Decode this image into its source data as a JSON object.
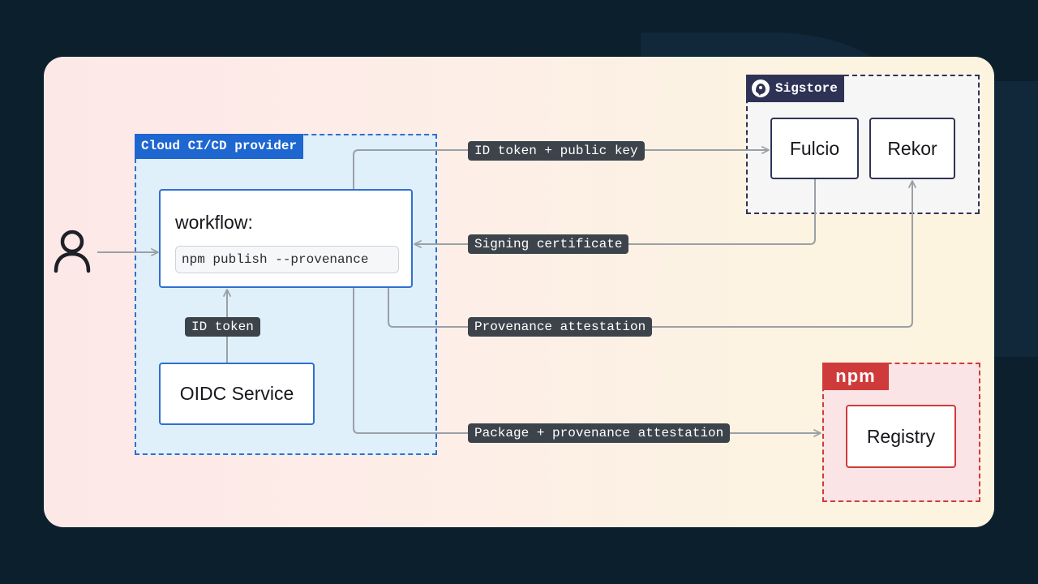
{
  "zones": {
    "ci": "Cloud CI/CD provider",
    "sigstore": "Sigstore",
    "npm": "npm"
  },
  "nodes": {
    "workflow_title": "workflow:",
    "workflow_command": "npm publish --provenance",
    "oidc": "OIDC Service",
    "fulcio": "Fulcio",
    "rekor": "Rekor",
    "registry": "Registry"
  },
  "edges": {
    "id_token_public_key": "ID token + public key",
    "signing_certificate": "Signing certificate",
    "provenance_attestation": "Provenance attestation",
    "package_provenance": "Package + provenance attestation",
    "id_token": "ID token"
  },
  "icons": [
    "user-icon",
    "sigstore-logo-icon",
    "npm-logo"
  ],
  "colors": {
    "background": "#0c1f2c",
    "ci_accent": "#1e66d0",
    "sigstore_accent": "#2e3356",
    "npm_accent": "#cf3b3b",
    "label_bg": "#3c434b",
    "connector": "#9aa0a6"
  }
}
